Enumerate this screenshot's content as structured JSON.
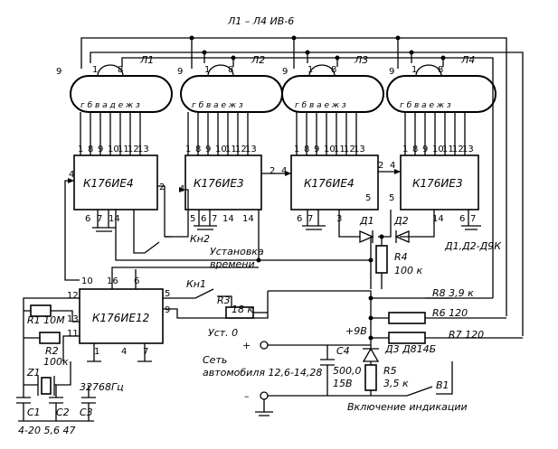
{
  "header": {
    "title": "Л1 – Л4   ИВ-6"
  },
  "tubes": [
    {
      "name": "Л1",
      "pin9": "9",
      "pin1": "1",
      "pin8": "8",
      "segments": "г б в а д е ж з"
    },
    {
      "name": "Л2",
      "pin9": "9",
      "pin1": "1",
      "pin8": "8",
      "segments": "г б в а е ж з"
    },
    {
      "name": "Л3",
      "pin9": "9",
      "pin1": "1",
      "pin8": "8",
      "segments": "г б в а е ж з"
    },
    {
      "name": "Л4",
      "pin9": "9",
      "pin1": "1",
      "pin8": "8",
      "segments": "г б в а е ж з"
    }
  ],
  "chips": {
    "u1": "К176ИЕ4",
    "u2": "К176ИЕ3",
    "u3": "К176ИЕ4",
    "u4": "К176ИЕ3",
    "clock": "К176ИЕ12",
    "top_pins": [
      "1",
      "8",
      "9",
      "10",
      "11",
      "12",
      "13"
    ],
    "u1_pins": {
      "left": "4",
      "right": "2",
      "bottom": [
        "6",
        "7",
        "14"
      ]
    },
    "u2_pins": {
      "left": "4",
      "right": "2",
      "bottom": [
        "5",
        "6",
        "7",
        "14"
      ]
    },
    "u3_pins": {
      "left": "4",
      "right": "2",
      "bottom": [
        "6",
        "7",
        "3"
      ],
      "side": [
        "5"
      ]
    },
    "u4_pins": {
      "left": "4",
      "bottom": [
        "14",
        "6",
        "7"
      ],
      "side": [
        "5"
      ]
    },
    "clock_pins": {
      "top": [
        "10",
        "16",
        "6"
      ],
      "left": [
        "12",
        "13",
        "11"
      ],
      "right": [
        "5",
        "9"
      ],
      "bottom": [
        "1",
        "4",
        "7"
      ],
      "feed": [
        "5"
      ]
    }
  },
  "components": {
    "kn2": "Кн2",
    "set_time": "Установка",
    "set_time_2": "времени",
    "kn1": "Кн1",
    "r3": "R3",
    "r3_val": "18 к",
    "set_zero": "Уст. 0",
    "r1": "R1 10М",
    "r2": "R2",
    "r2_val": "100к",
    "z1": "Z1",
    "freq": "32768Гц",
    "c1": "C1",
    "c2": "C2",
    "c3": "C3",
    "cap_vals": "4-20  5,6  47",
    "d1": "Д1",
    "d2": "Д2",
    "r4": "R4",
    "r4_val": "100 к",
    "diode_type": "Д1,Д2-Д9К",
    "r8": "R8  3,9 к",
    "r6": "R6  120",
    "r7": "R7  120",
    "v9": "+9В",
    "c4": "C4",
    "c4_val": "500,0",
    "c4_volt": "15В",
    "d3": "Д3  Д814Б",
    "r5": "R5",
    "r5_val": "3,5 к",
    "b1": "В1",
    "power_label": "Сеть",
    "power_label_2": "автомобиля 12,6-14,28",
    "power_switch": "Включение индикации",
    "plus": "+",
    "minus": "–"
  }
}
